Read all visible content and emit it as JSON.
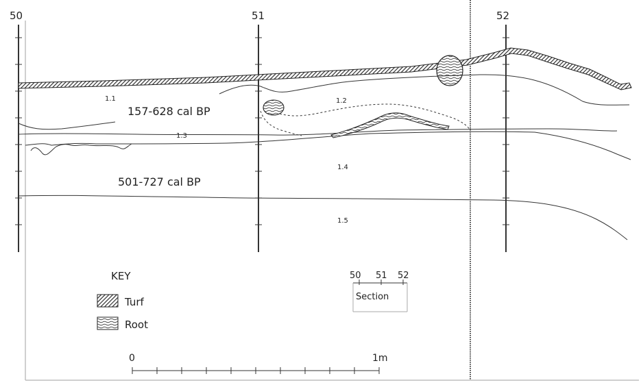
{
  "grid_labels": [
    "50",
    "51",
    "52"
  ],
  "dates": {
    "upper": "157-628 cal BP",
    "lower": "501-727 cal BP"
  },
  "layers": [
    "1.1",
    "1.2",
    "1.3",
    "1.4",
    "1.5"
  ],
  "key": {
    "title": "KEY",
    "items": [
      {
        "label": "Turf",
        "icon": "turf-hatch-icon"
      },
      {
        "label": "Root",
        "icon": "root-wave-icon"
      }
    ]
  },
  "section_inset": {
    "labels": [
      "50",
      "51",
      "52"
    ],
    "title": "Section"
  },
  "scale_bar": {
    "start": "0",
    "end": "1m"
  },
  "colors": {
    "ink": "#333333",
    "frame": "#bfbfbf",
    "background": "#ffffff"
  }
}
